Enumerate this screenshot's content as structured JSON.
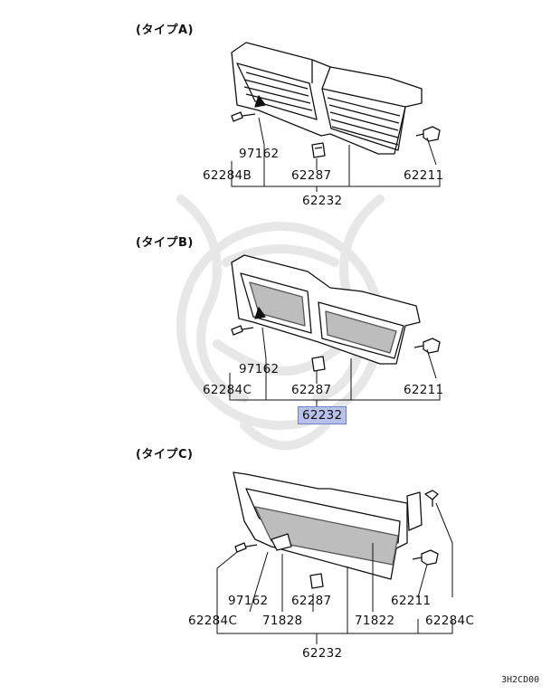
{
  "sections": [
    {
      "title": "(タイプA)",
      "parts": {
        "screw": "97162",
        "clip_left": "62284B",
        "clip_mid": "62287",
        "fastener_right": "62211",
        "grille": "62232"
      }
    },
    {
      "title": "(タイプB)",
      "parts": {
        "screw": "97162",
        "clip_left": "62284C",
        "clip_mid": "62287",
        "fastener_right": "62211",
        "grille": "62232"
      },
      "highlighted_part": "62232",
      "highlight_color": "#b7c1ea"
    },
    {
      "title": "(タイプC)",
      "parts": {
        "screw": "97162",
        "clip_left": "62284C",
        "bracket_left": "71828",
        "clip_mid": "62287",
        "fastener_right": "62211",
        "bracket_right": "71822",
        "clip_right": "62284C",
        "grille": "62232"
      }
    }
  ],
  "footer_code": "3H2CD00"
}
